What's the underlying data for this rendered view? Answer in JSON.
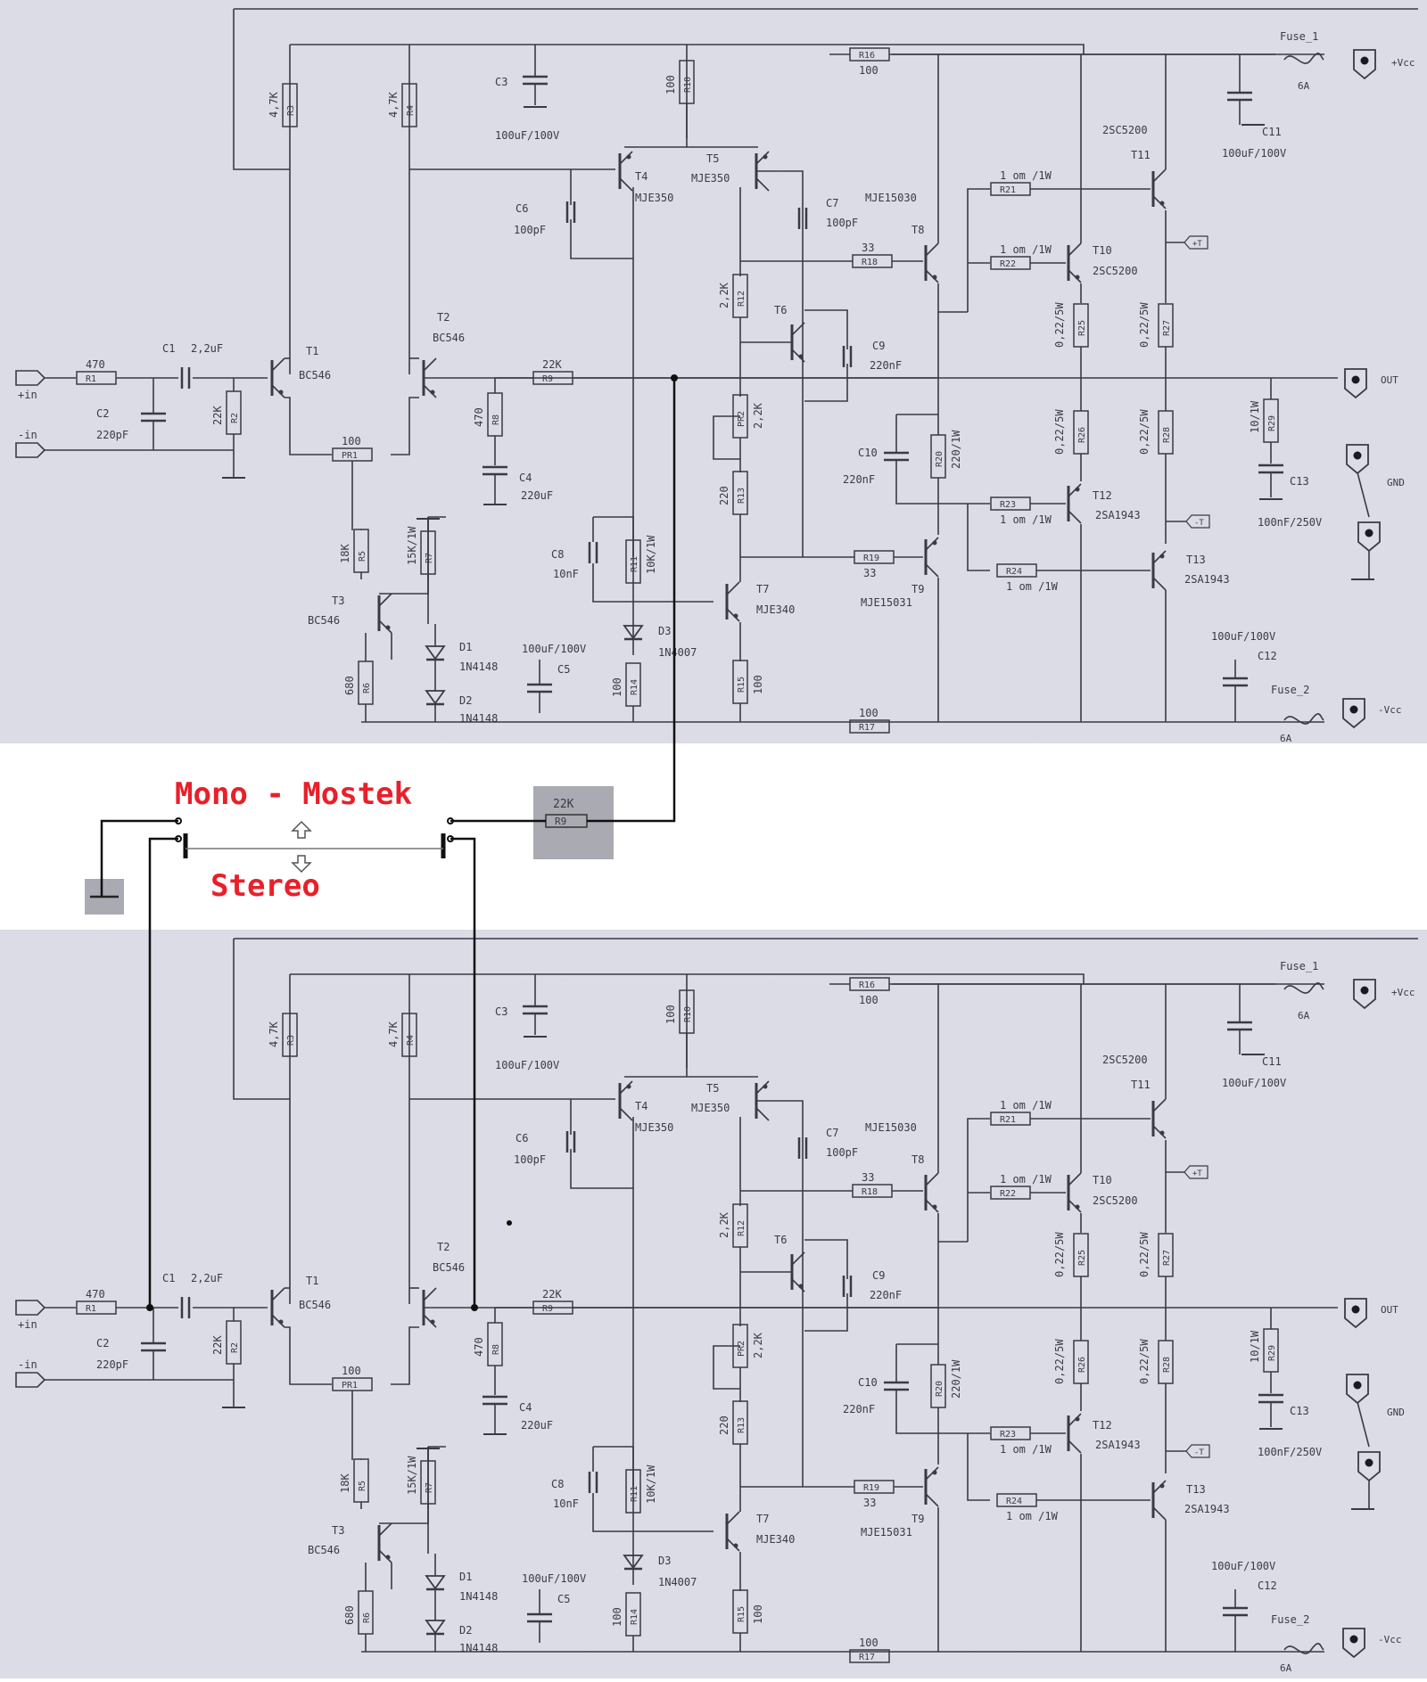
{
  "switch": {
    "label_mono": "Mono - Mostek",
    "label_stereo": "Stereo",
    "r9_value": "22K",
    "r9_ref": "R9",
    "up_arrow_icon": "up-arrow-icon",
    "down_arrow_icon": "down-arrow-icon"
  },
  "colors": {
    "paper": "#dcdde6",
    "ink": "#3a3a44",
    "accent_red": "#e8202a",
    "switch_ink": "#101010"
  },
  "components": [
    {
      "ref": "R1",
      "value": "470"
    },
    {
      "ref": "C1",
      "value": "2,2uF"
    },
    {
      "ref": "C2",
      "value": "220pF"
    },
    {
      "ref": "R2",
      "value": "22K"
    },
    {
      "ref": "R3",
      "value": "4,7K"
    },
    {
      "ref": "R4",
      "value": "4,7K"
    },
    {
      "ref": "C3",
      "value": "100uF/100V"
    },
    {
      "ref": "R10",
      "value": "100"
    },
    {
      "ref": "T4",
      "value": "MJE350"
    },
    {
      "ref": "T5",
      "value": "MJE350"
    },
    {
      "ref": "C6",
      "value": "100pF"
    },
    {
      "ref": "C7",
      "value": "100pF"
    },
    {
      "ref": "R16",
      "value": "100"
    },
    {
      "ref": "Fuse_1",
      "value": "6A"
    },
    {
      "ref": "C11",
      "value": "100uF/100V"
    },
    {
      "ref": "T11",
      "value": "2SC5200"
    },
    {
      "ref": "R21",
      "value": "1 om /1W"
    },
    {
      "ref": "T8",
      "value": "MJE15030"
    },
    {
      "ref": "R18",
      "value": "33"
    },
    {
      "ref": "R22",
      "value": "1 om /1W"
    },
    {
      "ref": "T10",
      "value": "2SC5200"
    },
    {
      "ref": "R12",
      "value": "2,2K"
    },
    {
      "ref": "T6",
      "value": ""
    },
    {
      "ref": "C9",
      "value": "220nF"
    },
    {
      "ref": "R25",
      "value": "0,22/5W"
    },
    {
      "ref": "R27",
      "value": "0,22/5W"
    },
    {
      "ref": "T1",
      "value": "BC546"
    },
    {
      "ref": "T2",
      "value": "BC546"
    },
    {
      "ref": "R9",
      "value": "22K"
    },
    {
      "ref": "PR1",
      "value": "100"
    },
    {
      "ref": "R8",
      "value": "470"
    },
    {
      "ref": "C4",
      "value": "220uF"
    },
    {
      "ref": "PR2",
      "value": "2,2K"
    },
    {
      "ref": "R13",
      "value": "220"
    },
    {
      "ref": "C10",
      "value": "220nF"
    },
    {
      "ref": "R20",
      "value": "220/1W"
    },
    {
      "ref": "R26",
      "value": "0,22/5W"
    },
    {
      "ref": "R28",
      "value": "0,22/5W"
    },
    {
      "ref": "R29",
      "value": "10/1W"
    },
    {
      "ref": "C13",
      "value": "100nF/250V"
    },
    {
      "ref": "R23",
      "value": "1 om /1W"
    },
    {
      "ref": "T12",
      "value": "2SA1943"
    },
    {
      "ref": "R5",
      "value": "18K"
    },
    {
      "ref": "R7",
      "value": "15K/1W"
    },
    {
      "ref": "C8",
      "value": "10nF"
    },
    {
      "ref": "R11",
      "value": "10K/1W"
    },
    {
      "ref": "R19",
      "value": "33"
    },
    {
      "ref": "T9",
      "value": "MJE15031"
    },
    {
      "ref": "R24",
      "value": "1 om /1W"
    },
    {
      "ref": "T13",
      "value": "2SA1943"
    },
    {
      "ref": "T3",
      "value": "BC546"
    },
    {
      "ref": "D1",
      "value": "1N4148"
    },
    {
      "ref": "D2",
      "value": "1N4148"
    },
    {
      "ref": "C5",
      "value": "100uF/100V"
    },
    {
      "ref": "D3",
      "value": "1N4007"
    },
    {
      "ref": "T7",
      "value": "MJE340"
    },
    {
      "ref": "R14",
      "value": "100"
    },
    {
      "ref": "R15",
      "value": "100"
    },
    {
      "ref": "R6",
      "value": "680"
    },
    {
      "ref": "R17",
      "value": "100"
    },
    {
      "ref": "C12",
      "value": "100uF/100V"
    },
    {
      "ref": "Fuse_2",
      "value": "6A"
    }
  ],
  "terminals": {
    "plus_in": "+in",
    "minus_in": "-in",
    "plus_vcc": "+Vcc",
    "minus_vcc": "-Vcc",
    "out": "OUT",
    "gnd": "GND",
    "t_plus": "+T",
    "t_minus": "-T"
  },
  "misc": {
    "r25_ref": "R25",
    "r26_ref": "R26",
    "r27_ref": "R27",
    "r28_ref": "R28",
    "r29_ref": "R29",
    "r20_ref": "R20",
    "r21_ref": "R21",
    "r22_ref": "R22",
    "r23_ref": "R23",
    "r24_ref": "R24"
  }
}
